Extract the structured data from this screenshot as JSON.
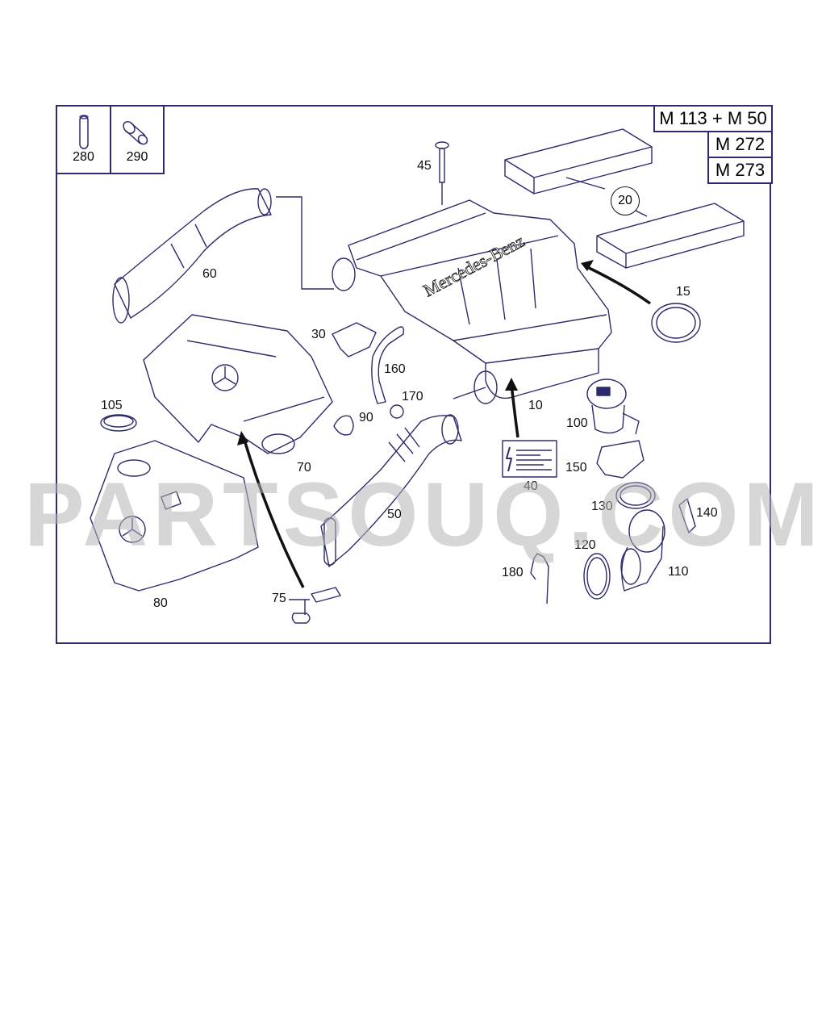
{
  "diagram": {
    "type": "exploded parts diagram",
    "title_hint": "Air intake / air filter housing assembly",
    "stroke_color": "#2b2b6e",
    "engine_variants": [
      "M 113 + M 50",
      "M 272",
      "M 273"
    ],
    "inset_parts": [
      {
        "number": "280",
        "icon": "pin-icon"
      },
      {
        "number": "290",
        "icon": "sleeve-icon"
      }
    ],
    "brand_text_on_part": "Mercedes-Benz",
    "callouts": [
      {
        "number": "10",
        "part": "air-filter-housing"
      },
      {
        "number": "15",
        "part": "seal-ring"
      },
      {
        "number": "20",
        "part": "air-filter-element"
      },
      {
        "number": "30",
        "part": "retaining-clip"
      },
      {
        "number": "40",
        "part": "warning-label"
      },
      {
        "number": "45",
        "part": "bolt"
      },
      {
        "number": "50",
        "part": "intake-hose"
      },
      {
        "number": "60",
        "part": "intake-duct"
      },
      {
        "number": "70",
        "part": "engine-cover-upper"
      },
      {
        "number": "75",
        "part": "clip-set"
      },
      {
        "number": "80",
        "part": "engine-cover-lower"
      },
      {
        "number": "90",
        "part": "grommet"
      },
      {
        "number": "100",
        "part": "air-mass-sensor"
      },
      {
        "number": "105",
        "part": "seal-ring"
      },
      {
        "number": "110",
        "part": "throttle-connector"
      },
      {
        "number": "120",
        "part": "seal-ring"
      },
      {
        "number": "130",
        "part": "seal-ring"
      },
      {
        "number": "140",
        "part": "bracket"
      },
      {
        "number": "150",
        "part": "clamp-housing"
      },
      {
        "number": "160",
        "part": "vent-hose"
      },
      {
        "number": "170",
        "part": "hose-clamp"
      },
      {
        "number": "180",
        "part": "gasket"
      }
    ]
  },
  "watermark": "PARTSOUQ.COM"
}
